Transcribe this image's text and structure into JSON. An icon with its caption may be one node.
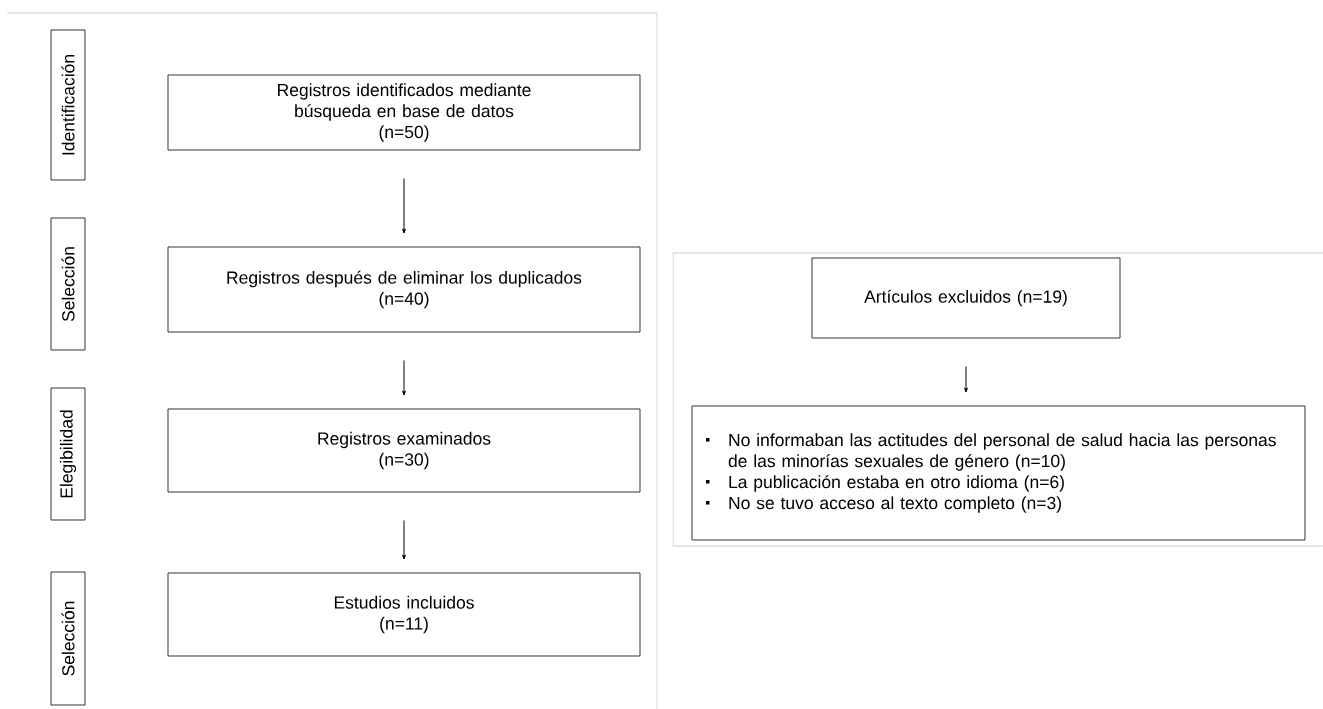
{
  "diagram": {
    "nodes": [
      {
        "text": [
          "Identificación"
        ]
      },
      {
        "text": [
          "Selección"
        ]
      },
      {
        "text": [
          "Elegibilidad"
        ]
      },
      {
        "text": [
          "Selección"
        ]
      },
      {
        "text": [
          "Registros identificados mediante búsqueda en base de datos",
          "(n=50)"
        ]
      },
      {
        "text": [
          "Registros después de eliminar los duplicados",
          "(n=40)"
        ]
      },
      {
        "text": [
          "Registros examinados",
          "(n=30)"
        ]
      },
      {
        "text": [
          "Estudios incluidos",
          "(n=11)"
        ]
      },
      {
        "text": [
          "Artículos excluidos (n=19)"
        ]
      },
      {
        "text": [
          "No informaban las actitudes del personal de salud hacia las personas de las minorías sexuales de género (n=10)",
          "La publicación estaba en otro idioma (n=6)",
          "No se tuvo acceso al texto completo (n=3)"
        ]
      }
    ],
    "edges": [
      {
        "from": 4,
        "to": 5,
        "arrow": "to"
      },
      {
        "from": 5,
        "to": 6,
        "arrow": "to"
      },
      {
        "from": 6,
        "to": 7,
        "arrow": "to"
      },
      {
        "from": 8,
        "to": 9,
        "arrow": "to"
      }
    ]
  }
}
